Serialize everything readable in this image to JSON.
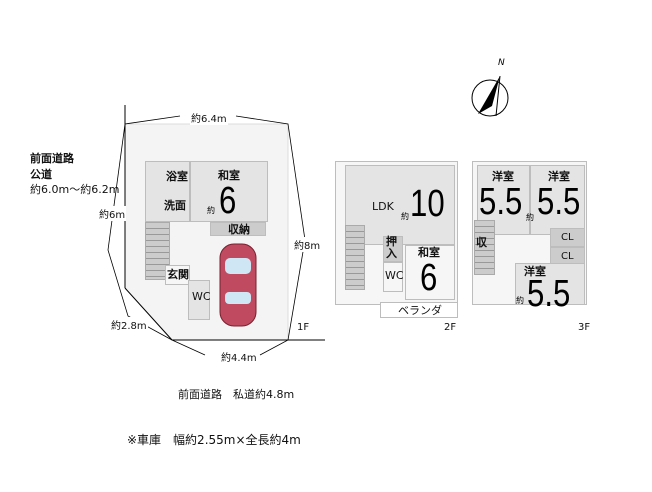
{
  "floor1": {
    "label": "1F",
    "road_front": "前面道路",
    "road_type": "公道",
    "road_width": "約6.0m～約6.2m",
    "dims": {
      "top": "約6.4m",
      "left": "約6m",
      "right": "約8m",
      "corner": "約2.8m",
      "bottom": "約4.4m"
    },
    "rooms": {
      "bath": "浴室",
      "washroom": "洗面",
      "washitsu": "和室",
      "washitsu_size": "6",
      "yaku": "約",
      "storage": "収納",
      "entrance": "玄関",
      "wc": "WC"
    }
  },
  "floor2": {
    "label": "2F",
    "rooms": {
      "ldk": "LDK",
      "ldk_size": "10",
      "washitsu": "和室",
      "washitsu_size": "6",
      "closet": "押入",
      "wc": "WC",
      "veranda": "ベランダ",
      "yaku": "約"
    }
  },
  "floor3": {
    "label": "3F",
    "rooms": {
      "room_a": "洋室",
      "room_a_size": "5.5",
      "room_b": "洋室",
      "room_b_size": "5.5",
      "room_c": "洋室",
      "room_c_size": "5.5",
      "storage": "収",
      "cl1": "CL",
      "cl2": "CL",
      "yaku": "約"
    }
  },
  "compass": {
    "label": "N",
    "icon": "north-arrow-icon"
  },
  "road_rear": "前面道路　私道約4.8m",
  "garage_note": "※車庫　幅約2.55m×全長約4m",
  "colors": {
    "room": "#e4e4e4",
    "car": "#c04a5f",
    "line": "#000000"
  }
}
